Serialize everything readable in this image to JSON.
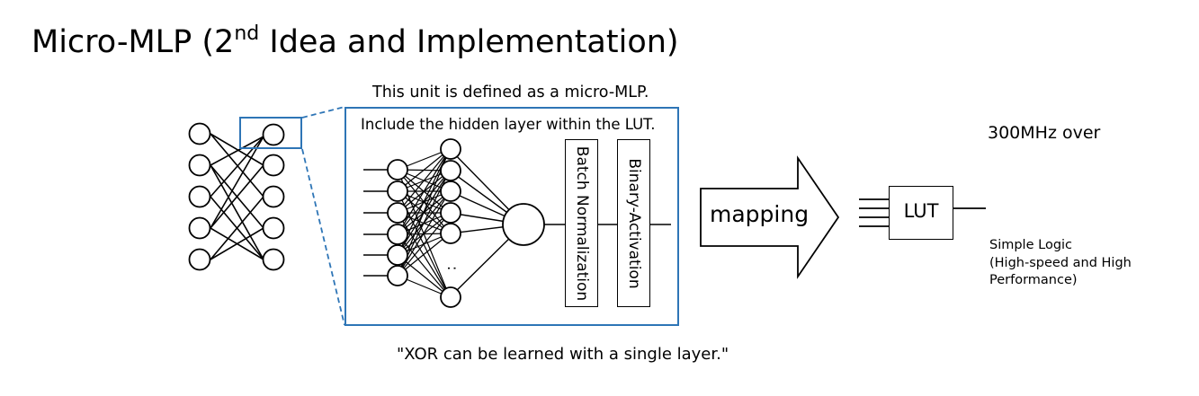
{
  "title": {
    "main": "Micro-MLP (2",
    "sup": "nd",
    "rest": " Idea and Implementation)"
  },
  "captions": {
    "unit_definition": "This unit is defined as a micro-MLP.",
    "hidden_layer": "Include the hidden layer within the LUT.",
    "xor_note": "\"XOR can be learned with a single layer.\"",
    "frequency": "300MHz over",
    "simple_logic": "Simple Logic\n(High-speed and High\nPerformance)"
  },
  "blocks": {
    "batch_normalization": "Batch Normalization",
    "binary_activation": "Binary-Activation",
    "lut": "LUT"
  },
  "arrow": {
    "label": "mapping"
  },
  "network": {
    "hidden_ellipsis": ":"
  },
  "colors": {
    "highlight_border": "#2e75b6",
    "line": "#000000",
    "background": "#ffffff"
  }
}
